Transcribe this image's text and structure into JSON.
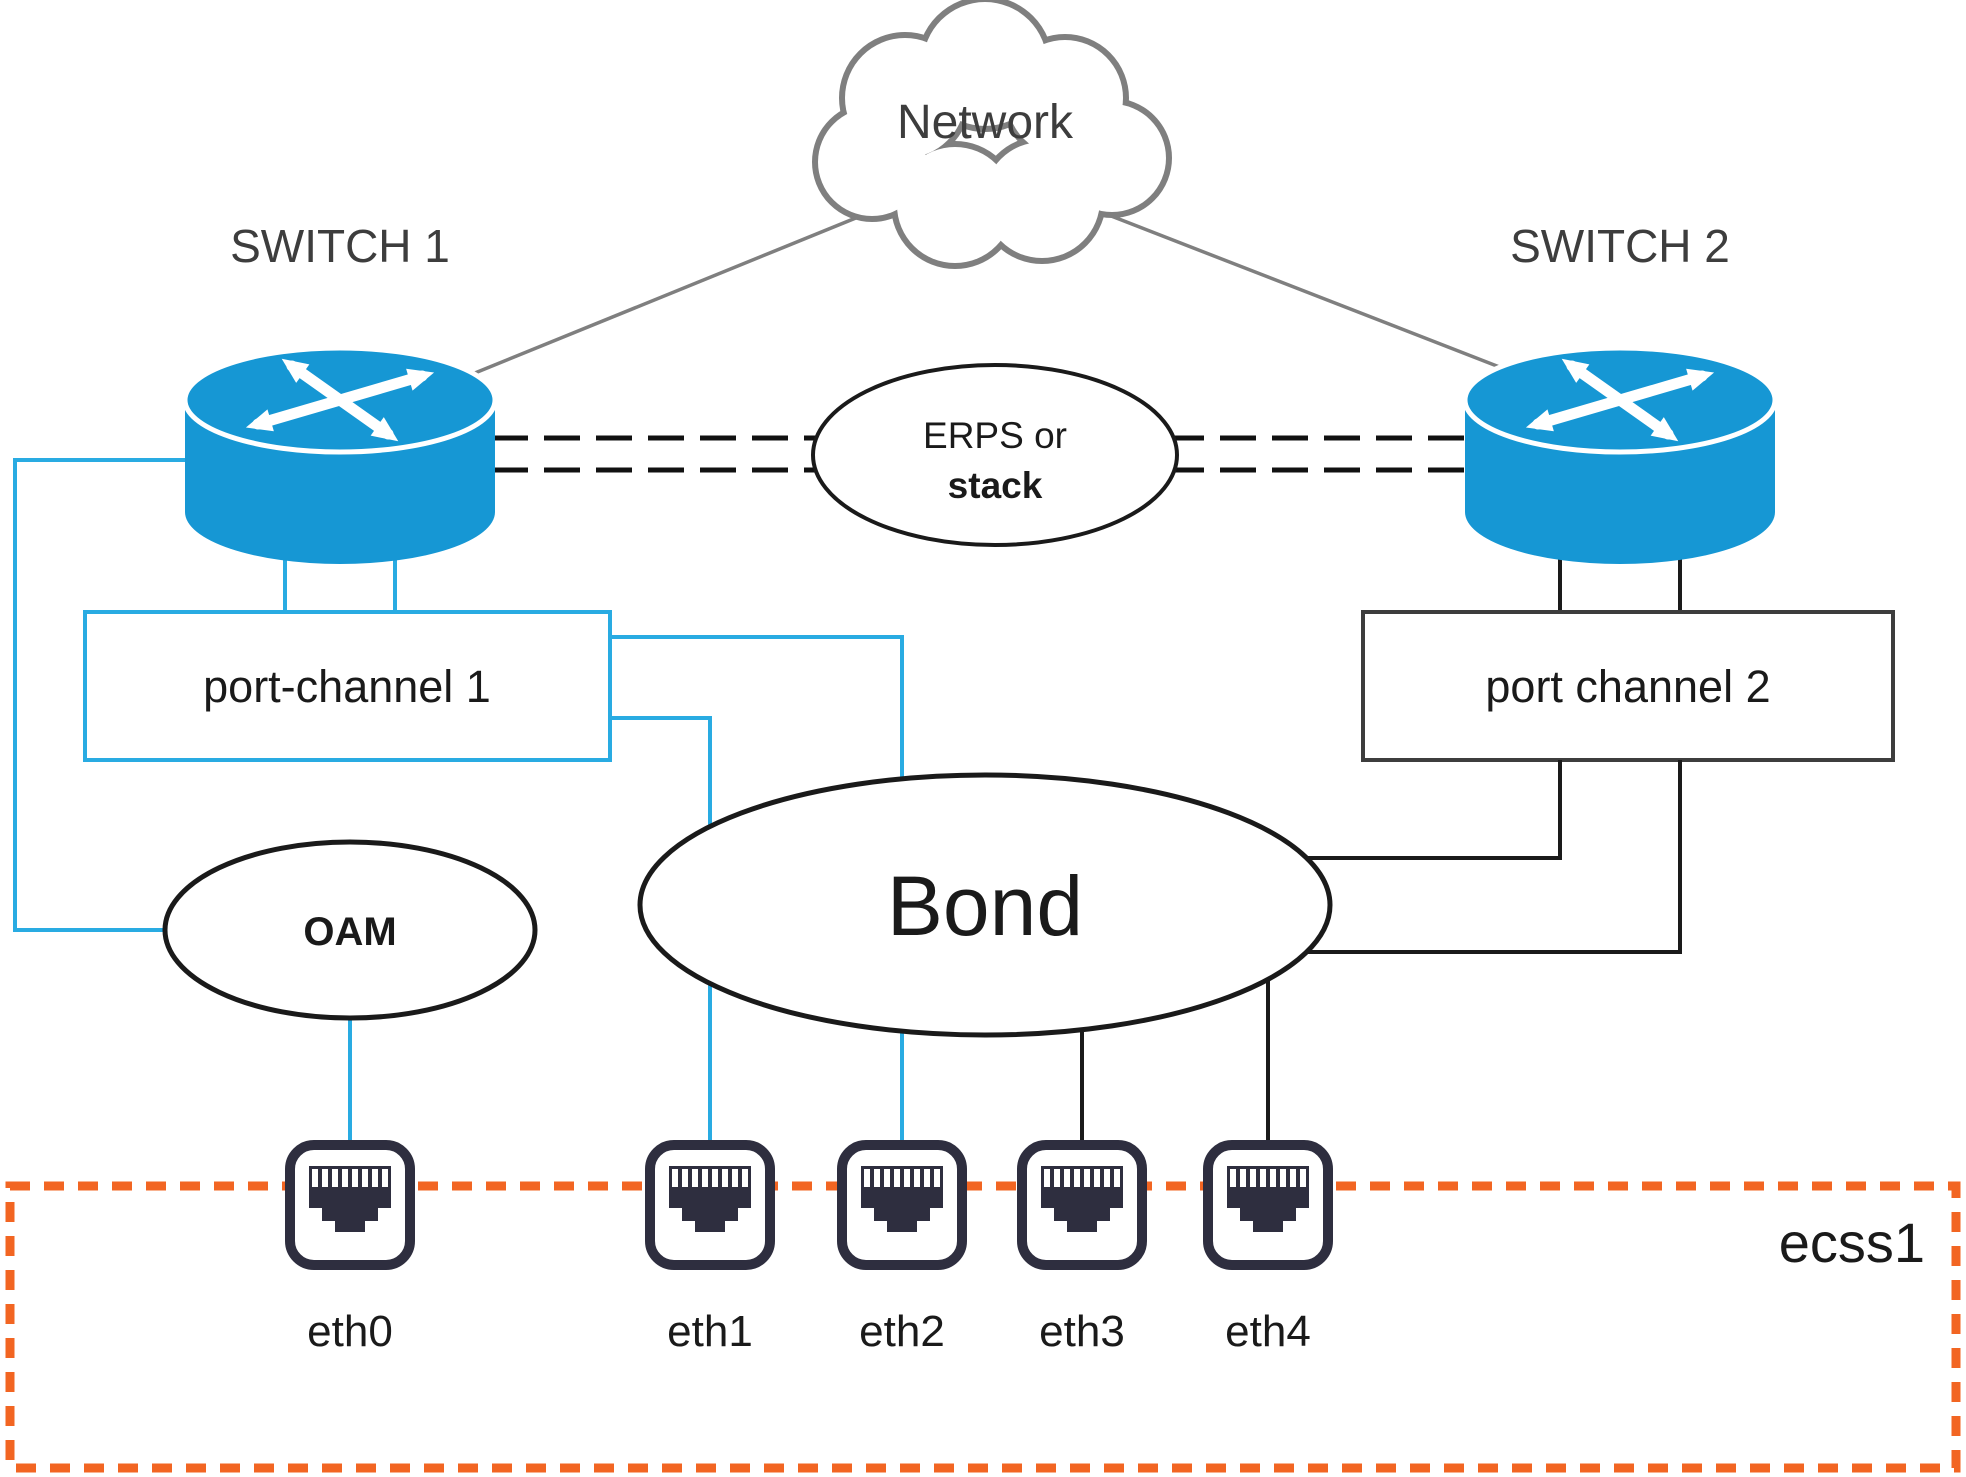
{
  "diagram": {
    "network_cloud": {
      "label": "Network"
    },
    "switch1": {
      "label": "SWITCH 1"
    },
    "switch2": {
      "label": "SWITCH 2"
    },
    "erps": {
      "line1": "ERPS or",
      "line2": "stack"
    },
    "port_channel_1": {
      "label": "port-channel 1"
    },
    "port_channel_2": {
      "label": "port channel 2"
    },
    "oam": {
      "label": "OAM"
    },
    "bond": {
      "label": "Bond"
    },
    "ecss_host": {
      "label": "ecss1"
    },
    "eth_ports": [
      {
        "label": "eth0"
      },
      {
        "label": "eth1"
      },
      {
        "label": "eth2"
      },
      {
        "label": "eth3"
      },
      {
        "label": "eth4"
      }
    ],
    "colors": {
      "switch_fill": "#1697d4",
      "blue_link": "#29abe2",
      "black_link": "#1a1a1a",
      "gray_link": "#7f7f7f",
      "cloud_outline": "#7f7f7f",
      "ecss_border": "#f26522",
      "port_icon_dark": "#2e2e3f"
    }
  }
}
